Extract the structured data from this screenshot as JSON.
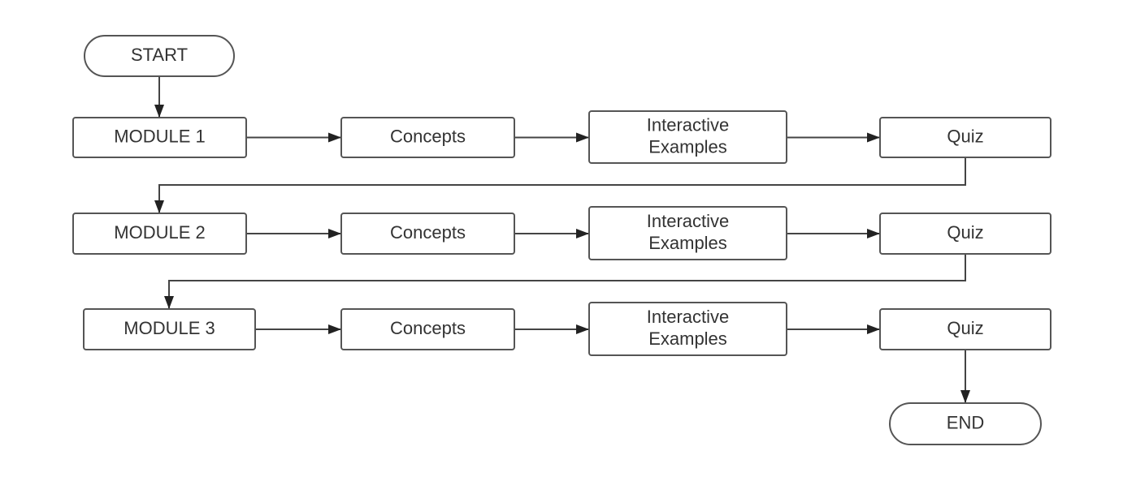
{
  "diagram": {
    "start": "START",
    "end": "END",
    "modules": [
      {
        "name": "MODULE 1",
        "steps": [
          [
            "Concepts"
          ],
          [
            "Interactive",
            "Examples"
          ],
          [
            "Quiz"
          ]
        ]
      },
      {
        "name": "MODULE 2",
        "steps": [
          [
            "Concepts"
          ],
          [
            "Interactive",
            "Examples"
          ],
          [
            "Quiz"
          ]
        ]
      },
      {
        "name": "MODULE 3",
        "steps": [
          [
            "Concepts"
          ],
          [
            "Interactive",
            "Examples"
          ],
          [
            "Quiz"
          ]
        ]
      }
    ]
  }
}
